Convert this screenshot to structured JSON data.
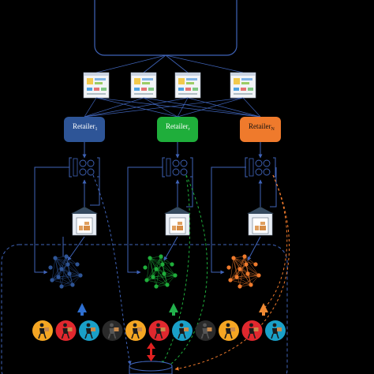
{
  "retailers": [
    {
      "label": "Retailer",
      "sub": "1",
      "color": "#2e5597",
      "text_color": "#ffffff"
    },
    {
      "label": "Retailer",
      "sub": "r",
      "color": "#1fae3b",
      "text_color": "#ffffff"
    },
    {
      "label": "Retailer",
      "sub": "N",
      "color": "#ef7a2c",
      "text_color": "#111111"
    }
  ],
  "colors": {
    "background": "#000000",
    "line": "#3f63b8",
    "dash_green": "#1fae3b",
    "dash_orange": "#ef7a2c",
    "arrow_blue": "#2e6fd1",
    "arrow_green": "#22b14c",
    "arrow_orange": "#f08a33",
    "arrow_red": "#e02020"
  },
  "icons": {
    "dashboard": "dashboard-screen-icon",
    "server": "server-rack-icon",
    "warehouse": "warehouse-icon",
    "network": "neural-network-icon",
    "person": "delivery-person-icon",
    "database": "database-icon"
  },
  "people_colors": [
    "#f5a623",
    "#e0282e",
    "#1aa0c8",
    "#2a2a2a",
    "#f5a623",
    "#e0282e",
    "#1aa0c8",
    "#2a2a2a",
    "#f5a623",
    "#e0282e",
    "#1aa0c8"
  ]
}
